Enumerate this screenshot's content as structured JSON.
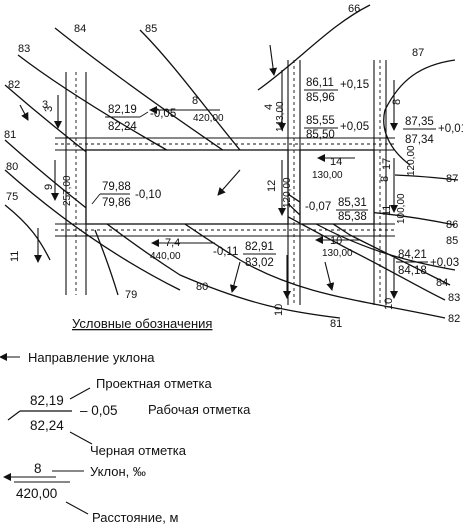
{
  "contour_labels": [
    "66",
    "83",
    "84",
    "85",
    "87",
    "82",
    "3",
    "81",
    "80",
    "75",
    "11",
    "79",
    "80",
    "81",
    "82",
    "83",
    "84",
    "85",
    "86",
    "87"
  ],
  "slopes": [
    "3",
    "4",
    "8",
    "9",
    "12",
    "14",
    "10",
    "11",
    "17",
    "8",
    "7,4",
    "10",
    "10",
    "8"
  ],
  "distances": [
    "143,00",
    "257,00",
    "420,00",
    "120,00",
    "130,00",
    "100,00",
    "130,00",
    "440,00",
    "120,00"
  ],
  "design_marks": [
    "82,19",
    "86,11",
    "85,55",
    "87,35",
    "79,88",
    "85,31",
    "84,21",
    "82,91"
  ],
  "black_marks": [
    "82,24",
    "85,96",
    "85,50",
    "87,34",
    "79,86",
    "85,38",
    "84,18",
    "83,02"
  ],
  "work_marks": [
    "-0,05",
    "+0,15",
    "+0,05",
    "+0,01",
    "-0,10",
    "-0,07",
    "+0,03",
    "-0,11"
  ],
  "legend": {
    "title": "Условные обозначения",
    "slope_direction": "Направление уклона",
    "design_label": "Проектная отметка",
    "design_value": "82,19",
    "work_value": "– 0,05",
    "work_label": "Рабочая отметка",
    "black_value": "82,24",
    "black_label": "Черная отметка",
    "slope_value": "8",
    "slope_label": "Уклон, ‰",
    "distance_value": "420,00",
    "distance_label": "Расстояние, м"
  }
}
